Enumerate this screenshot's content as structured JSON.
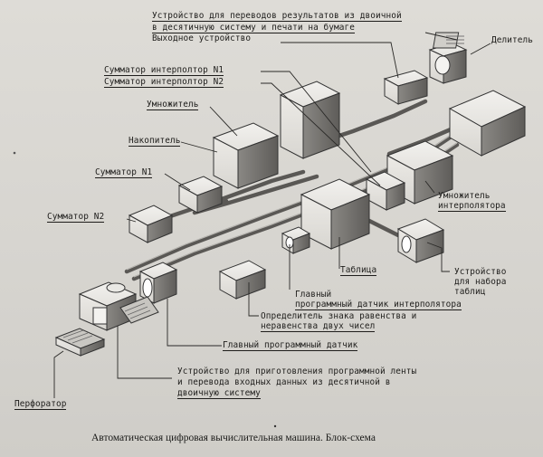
{
  "labels": {
    "converter": [
      "Устройство для переводов результатов из двоичной",
      "в десятичную систему и печати на бумаге"
    ],
    "output_device": "Выходное устройство",
    "divider": "Делитель",
    "interp_adder_1": "Сумматор интерполтор N1",
    "interp_adder_2": "Сумматор интерполтор N2",
    "multiplier": "Умножитель",
    "accumulator": "Накопитель",
    "adder_1": "Сумматор N1",
    "adder_2": "Сумматор N2",
    "interp_multiplier": [
      "Умножитель",
      "интерполятора"
    ],
    "table": "Таблица",
    "table_setter": [
      "Устройство",
      "для набора",
      "таблиц"
    ],
    "interp_program_sensor": [
      "Главный",
      "программный датчик интерполятора"
    ],
    "sign_detector": [
      "Определитель знака равенства и",
      "неравенства двух чисел"
    ],
    "main_program_sensor": "Главный программный датчик",
    "tape_preparer": [
      "Устройство для приготовления программной ленты",
      "и перевода входных данных из десятичной в",
      "двоичную систему"
    ],
    "perforator": "Перфоратор"
  },
  "caption": "Автоматическая цифровая вычислительная машина. Блок-схема"
}
